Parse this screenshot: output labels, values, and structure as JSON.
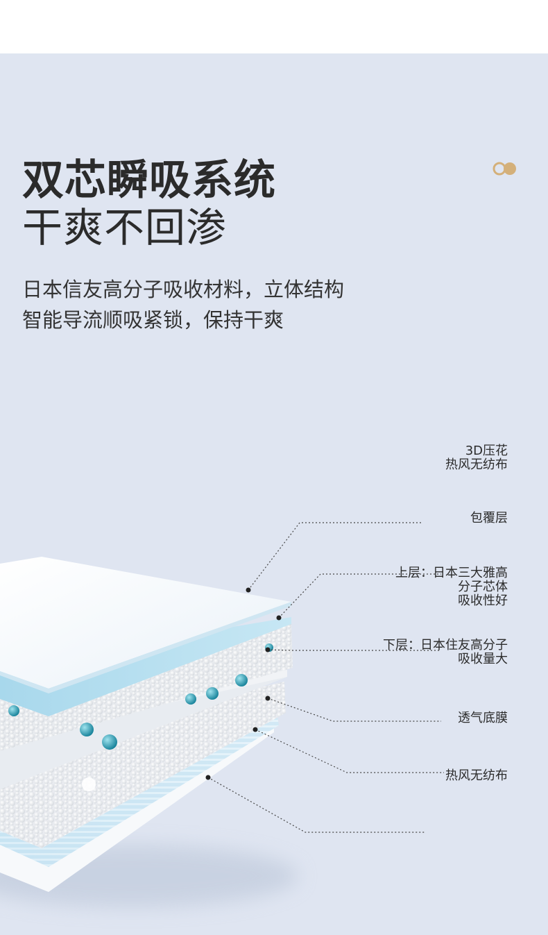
{
  "headline": {
    "title": "双芯瞬吸系统",
    "subtitle": "干爽不回渗"
  },
  "description": {
    "line1": "日本信友高分子吸收材料，立体结构",
    "line2": "智能导流顺吸紧锁，保持干爽"
  },
  "colors": {
    "panel_background": "#dfe5f1",
    "logo_gold": "#d4b07a",
    "water_drop": "#1ea0b8"
  },
  "layers": [
    {
      "lines": [
        "3D压花",
        "热风无纺布"
      ]
    },
    {
      "lines": [
        "包覆层"
      ]
    },
    {
      "lines": [
        "上层：日本三大雅高",
        "分子芯体",
        "吸收性好"
      ]
    },
    {
      "lines": [
        "下层：日本住友高分子",
        "吸收量大"
      ]
    },
    {
      "lines": [
        "透气底膜"
      ]
    },
    {
      "lines": [
        "热风无纺布"
      ]
    }
  ]
}
